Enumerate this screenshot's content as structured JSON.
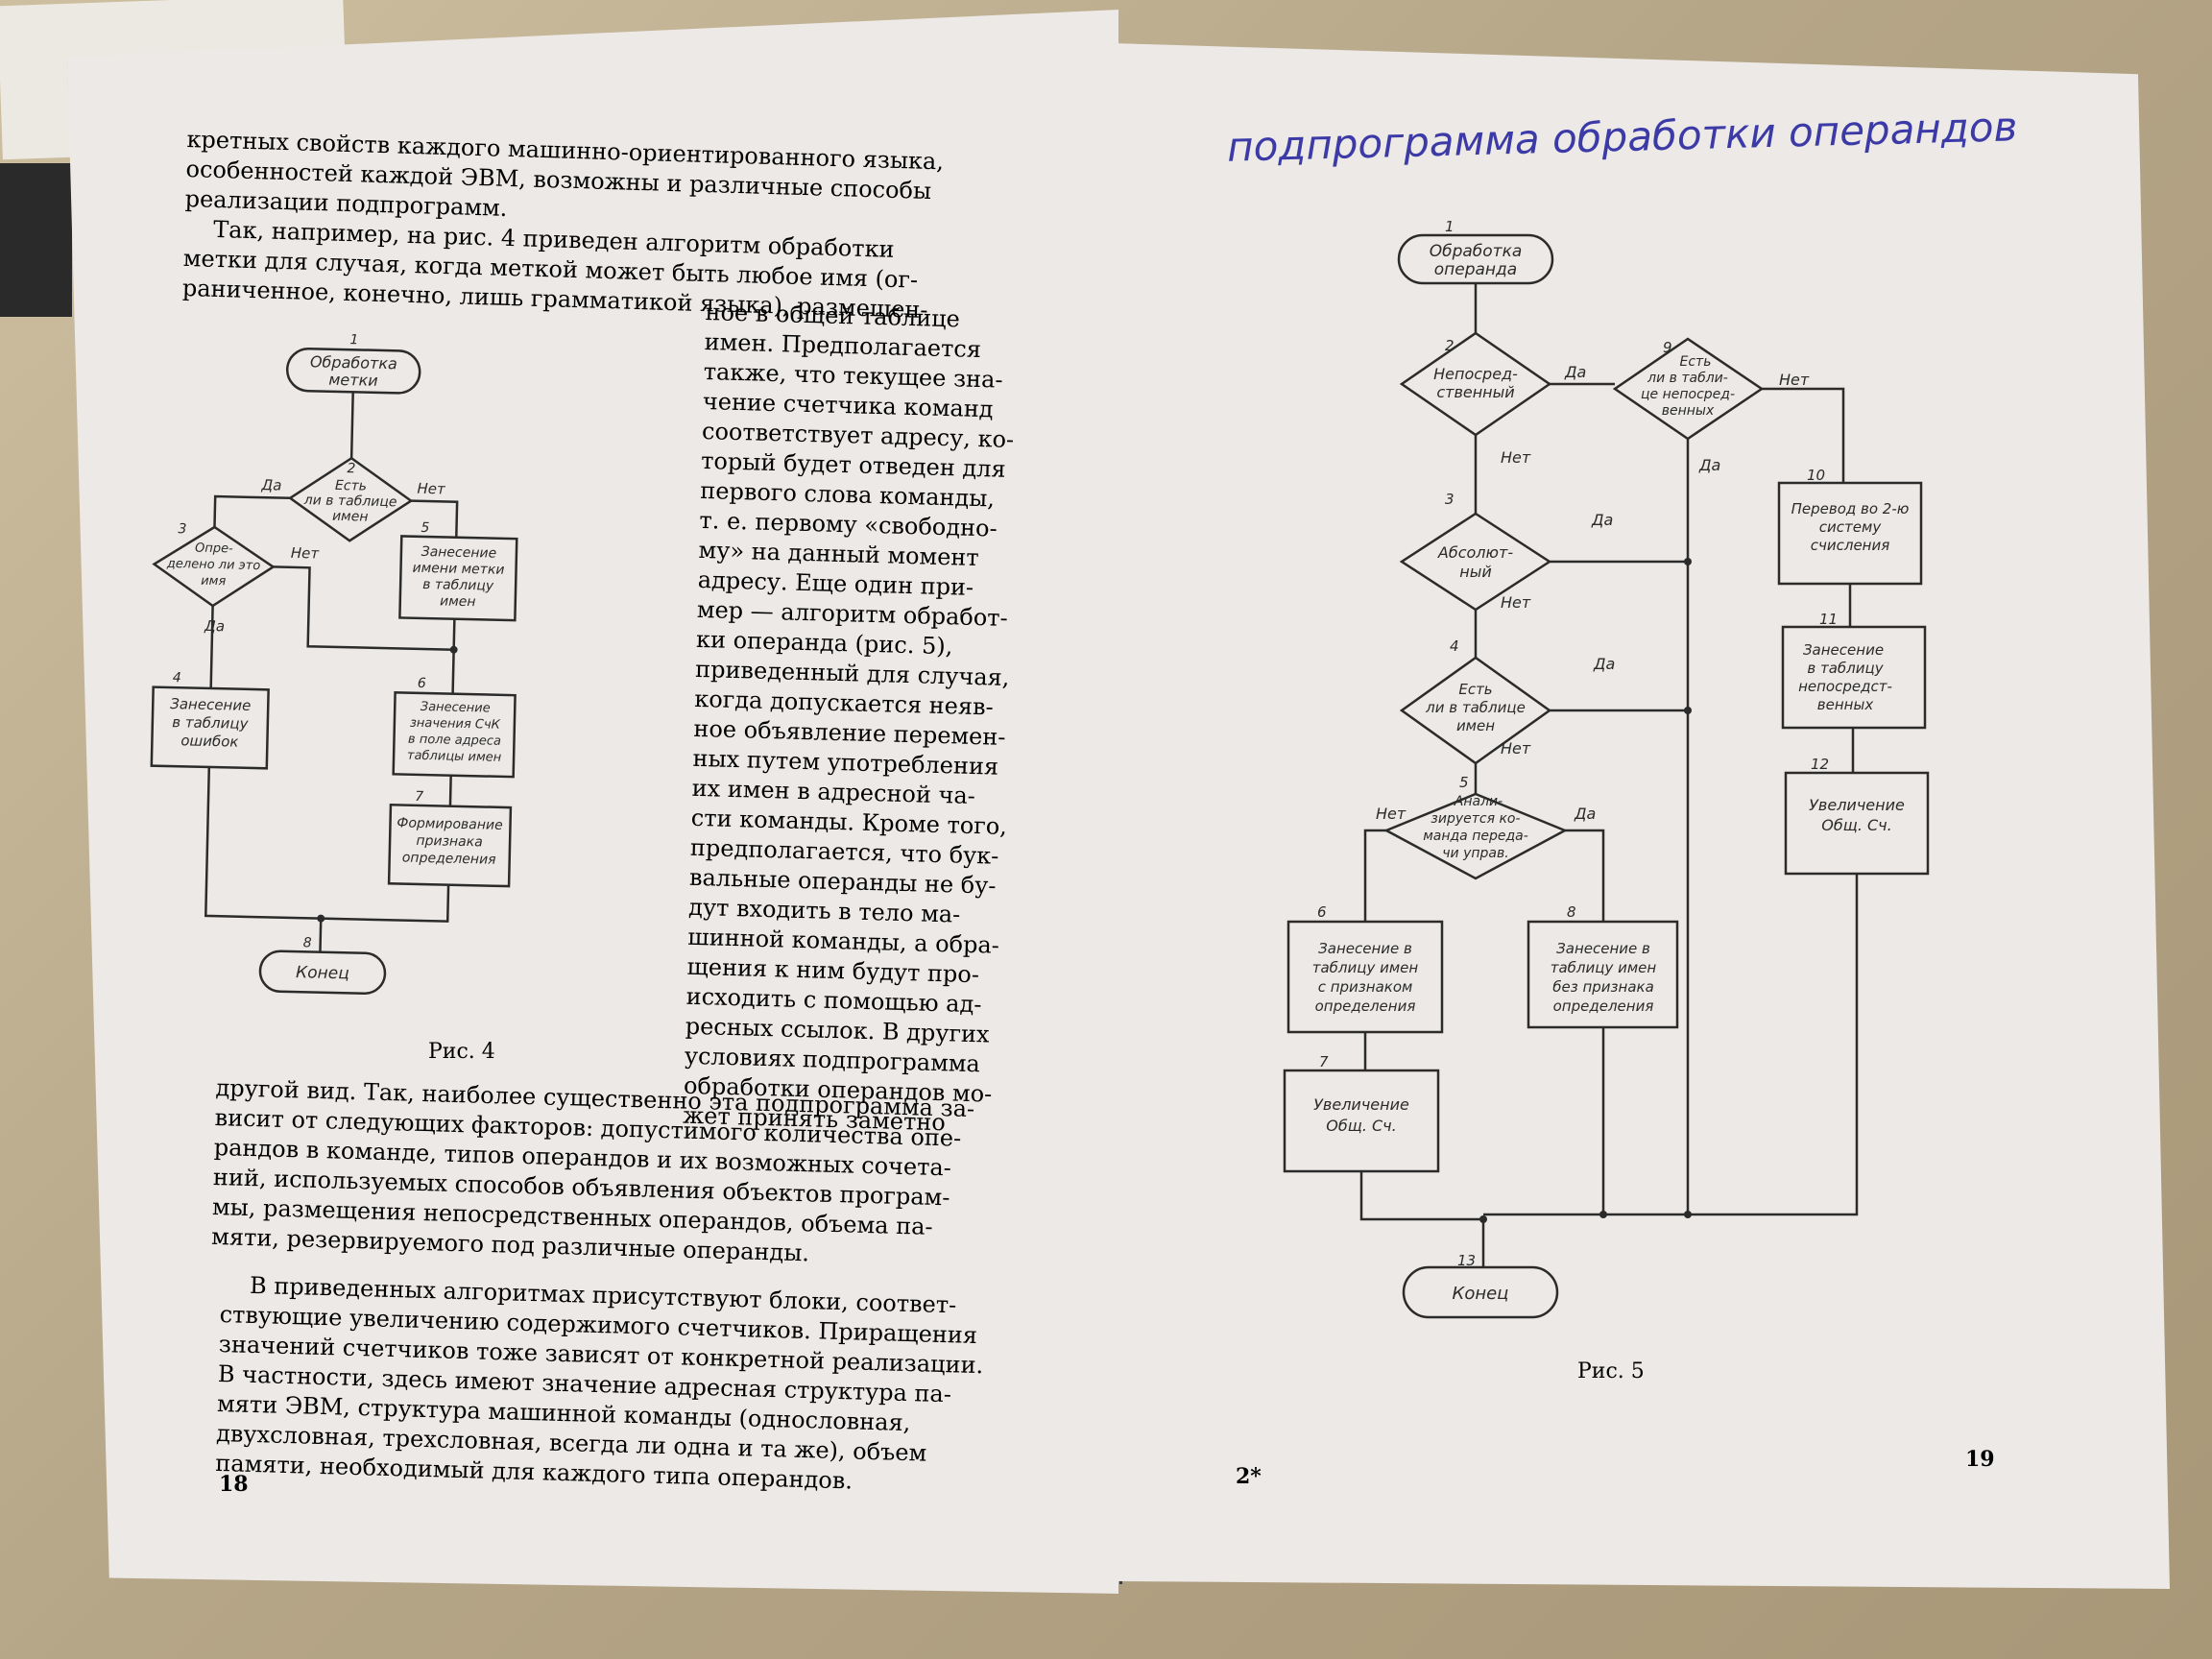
{
  "left_page": {
    "top_lines": [
      "кретных свойств каждого машинно-ориентированного языка,",
      "особенностей каждой ЭВМ, возможны и различные способы",
      "реализации подпрограмм.",
      "    Так, например, на рис. 4 приведен алгоритм обработки",
      "метки для случая, когда меткой может быть любое имя (ог-",
      "раниченное, конечно, лишь грамматикой языка), размещен-"
    ],
    "column_lines": [
      "ное в общей таблице",
      "имен. Предполагается",
      "также, что текущее зна-",
      "чение счетчика команд",
      "соответствует адресу, ко-",
      "торый будет отведен для",
      "первого слова команды,",
      "т. е. первому «свободно-",
      "му» на данный момент",
      "адресу. Еще один при-",
      "мер — алгоритм обработ-",
      "ки операнда (рис. 5),",
      "приведенный для случая,",
      "когда допускается неяв-",
      "ное объявление перемен-",
      "ных путем употребления",
      "их имен в адресной ча-",
      "сти команды. Кроме того,",
      "предполагается, что бук-",
      "вальные операнды не бу-",
      "дут входить в тело ма-",
      "шинной команды, а обра-",
      "щения к ним будут про-",
      "исходить с помощью ад-",
      "ресных ссылок. В других",
      "условиях подпрограмма",
      "обработки операндов мо-",
      "жет принять заметно"
    ],
    "bottom_lines": [
      "другой вид. Так, наиболее существенно эта подпрограмма за-",
      "висит от следующих факторов: допустимого количества опе-",
      "рандов в команде, типов операндов и их возможных сочета-",
      "ний, используемых способов объявления объектов програм-",
      "мы, размещения непосредственных операндов, объема па-",
      "мяти, резервируемого под различные операнды."
    ],
    "para2_lines": [
      "    В приведенных алгоритмах присутствуют блоки, соответ-",
      "ствующие увеличению содержимого счетчиков. Приращения",
      "значений счетчиков тоже зависят от конкретной реализации.",
      "В частности, здесь имеют значение адресная структура па-",
      "мяти ЭВМ, структура машинной команды (однословная,",
      "двухсловная, трехсловная, всегда ли одна и та же), объем",
      "памяти, необходимый для каждого типа операндов."
    ],
    "figure_caption": "Рис. 4",
    "page_number": "18",
    "fig4": {
      "b1_num": "1",
      "b1": [
        "Обработка",
        "метки"
      ],
      "b2_num": "2",
      "b2": [
        "Есть",
        "ли в таблице",
        "имен"
      ],
      "b3_num": "3",
      "b3": [
        "Опре-",
        "делено ли это",
        "имя"
      ],
      "b4_num": "4",
      "b4": [
        "Занесение",
        "в таблицу",
        "ошибок"
      ],
      "b5_num": "5",
      "b5": [
        "Занесение",
        "имени метки",
        "в таблицу",
        "имен"
      ],
      "b6_num": "6",
      "b6": [
        "Занесение",
        "значения СчК",
        "в поле адреса",
        "таблицы имен"
      ],
      "b7_num": "7",
      "b7": [
        "Формирование",
        "признака",
        "определения"
      ],
      "b8_num": "8",
      "b8": "Конец",
      "yes": "Да",
      "no": "Нет"
    }
  },
  "right_page": {
    "handwritten_note": "подпрограмма обработки операндов",
    "figure_caption": "Рис. 5",
    "page_marker": "2*",
    "page_number": "19",
    "fig5": {
      "b1_num": "1",
      "b1": [
        "Обработка",
        "операнда"
      ],
      "b2_num": "2",
      "b2": [
        "Непосред-",
        "ственный"
      ],
      "b3_num": "3",
      "b3": [
        "Абсолют-",
        "ный"
      ],
      "b4_num": "4",
      "b4": [
        "Есть",
        "ли в таблице",
        "имен"
      ],
      "b5_num": "5",
      "b5": [
        "Анали-",
        "зируется ко-",
        "манда переда-",
        "чи управ."
      ],
      "b6_num": "6",
      "b6": [
        "Занесение в",
        "таблицу имен",
        "с признаком",
        "определения"
      ],
      "b7_num": "7",
      "b7": [
        "Увеличение",
        "Общ. Сч."
      ],
      "b8_num": "8",
      "b8": [
        "Занесение в",
        "таблицу имен",
        "без признака",
        "определения"
      ],
      "b9_num": "9",
      "b9": [
        "Есть",
        "ли в табли-",
        "це непосред-",
        "венных"
      ],
      "b10_num": "10",
      "b10": [
        "Перевод во 2-ю",
        "систему",
        "счисления"
      ],
      "b11_num": "11",
      "b11": [
        "Занесение",
        "в таблицу",
        "непосредст-",
        "венных"
      ],
      "b12_num": "12",
      "b12": [
        "Увеличение",
        "Общ. Сч."
      ],
      "b13_num": "13",
      "b13": "Конец",
      "yes": "Да",
      "no": "Нет"
    }
  }
}
